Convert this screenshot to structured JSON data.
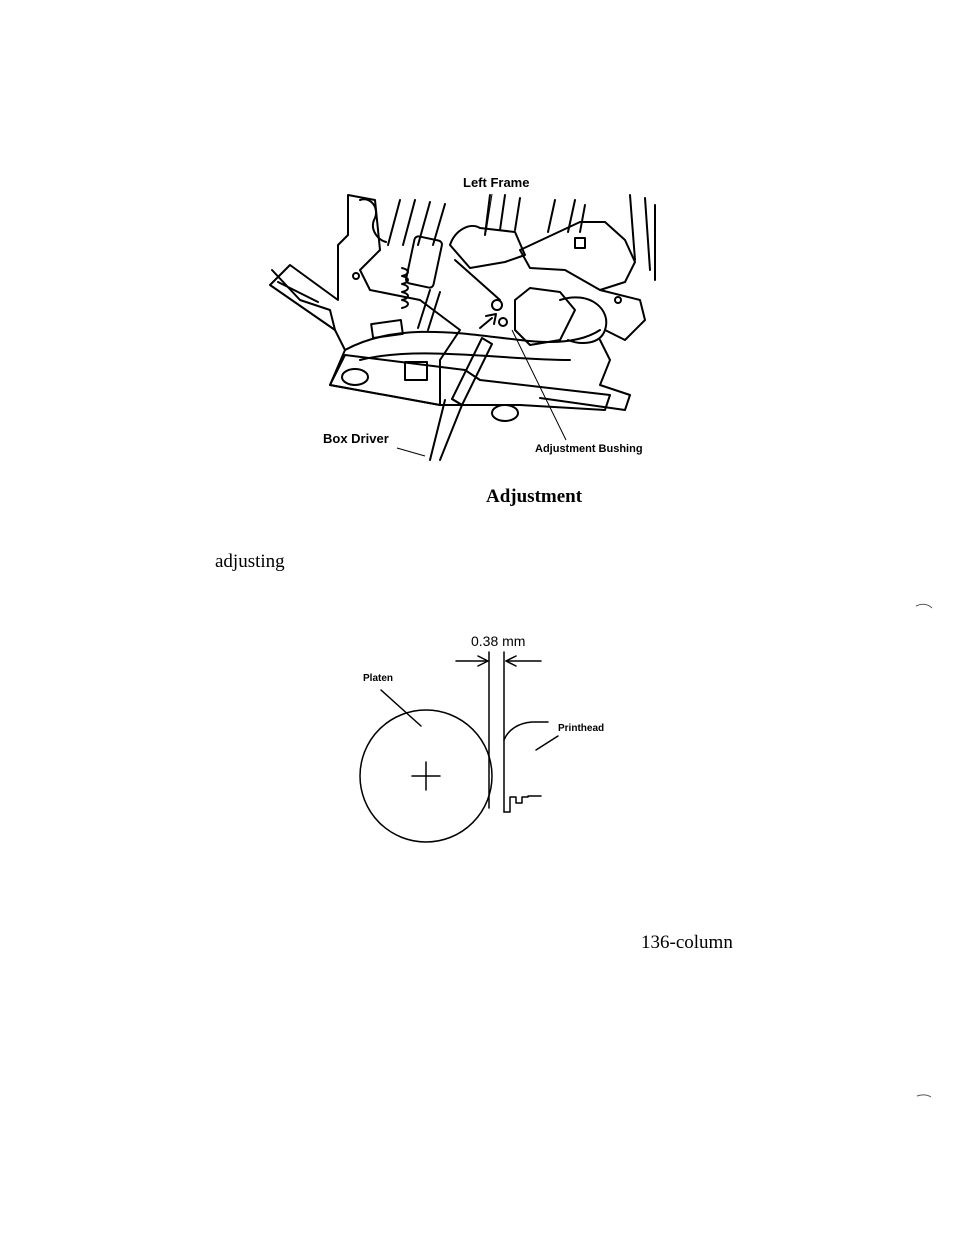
{
  "figure1": {
    "labels": {
      "left_frame": "Left Frame",
      "box_driver": "Box Driver",
      "adjustment_bushing": "Adjustment Bushing"
    }
  },
  "heading_fragment": "Adjustment",
  "text_fragment_1": "adjusting",
  "figure2": {
    "labels": {
      "gap": "0.38 mm",
      "platen": "Platen",
      "printhead": "Printhead"
    }
  },
  "text_fragment_2": "136-column"
}
